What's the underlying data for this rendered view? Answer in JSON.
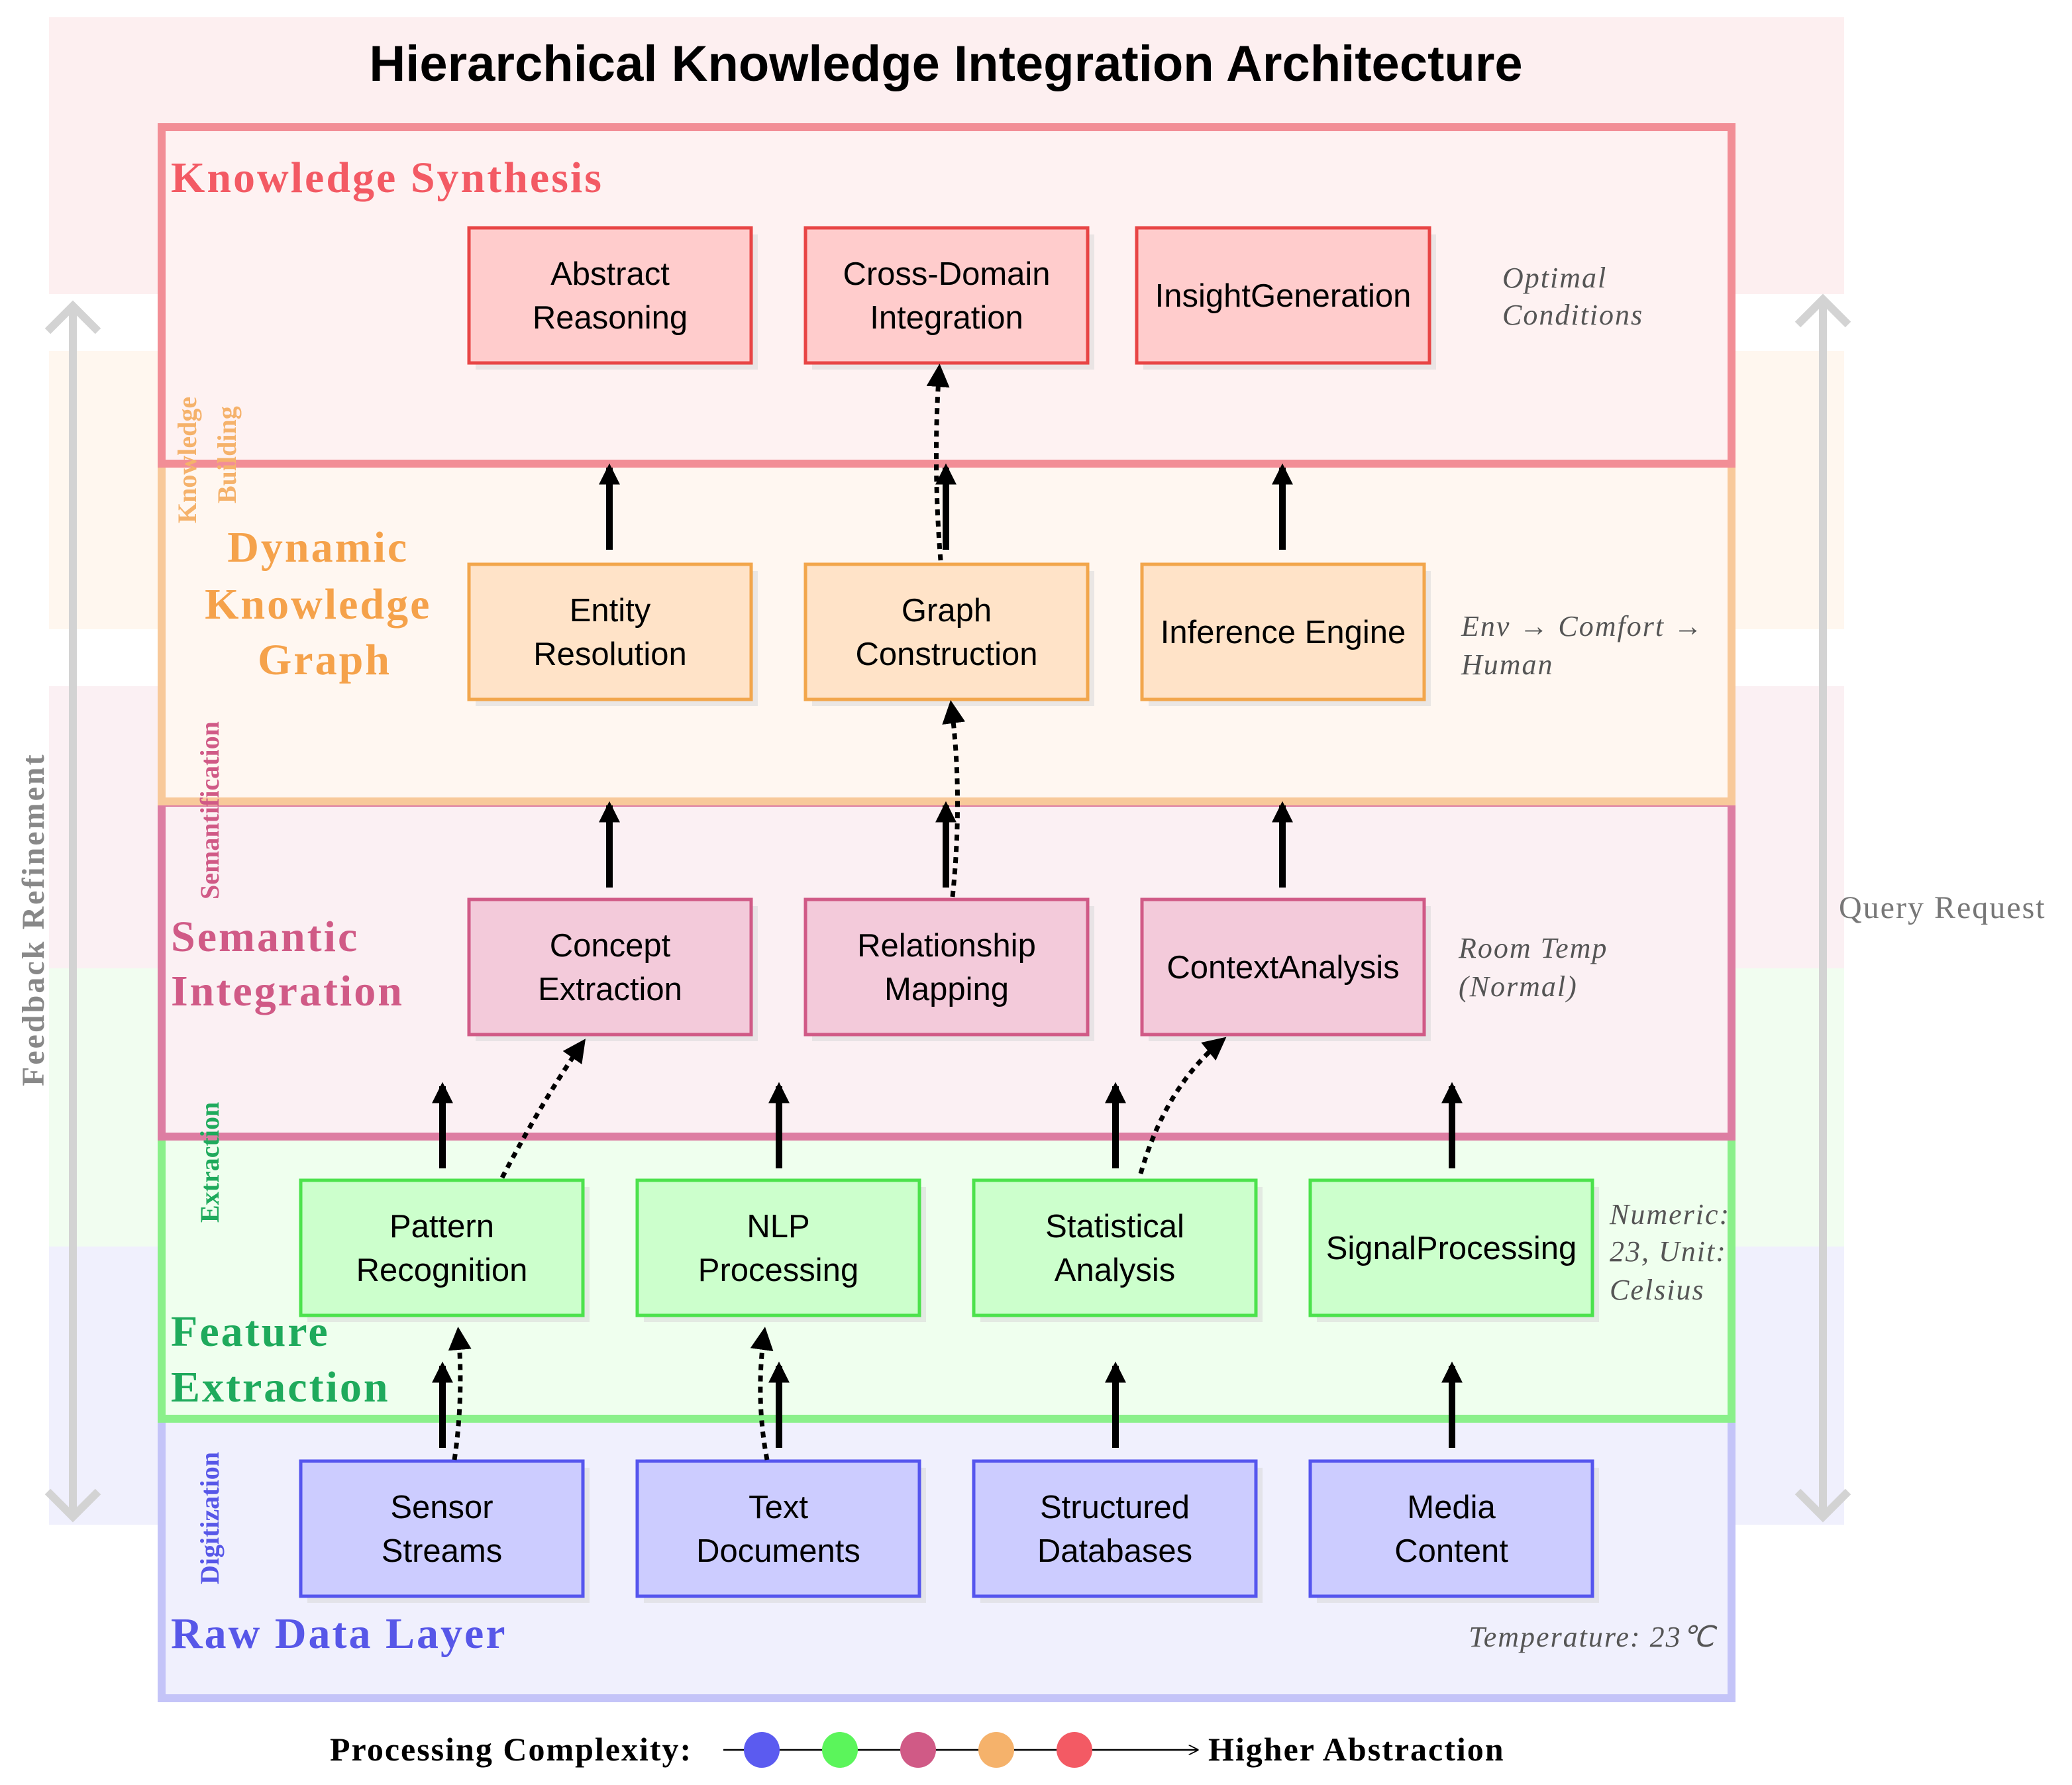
{
  "title": "Hierarchical Knowledge Integration Architecture",
  "layers": [
    {
      "id": "synthesis",
      "name_lines": [
        "Knowledge Synthesis"
      ],
      "color": "#f35a64",
      "fill": "#fdeff0",
      "box_fill": "#ffcccc",
      "box_stroke": "#e84545"
    },
    {
      "id": "graph",
      "name_lines": [
        "Dynamic",
        "Knowledge",
        "Graph"
      ],
      "color": "#f5a24b",
      "fill": "#fff5ec",
      "box_fill": "#ffe3c8",
      "box_stroke": "#f2a64c"
    },
    {
      "id": "semantic",
      "name_lines": [
        "Semantic",
        "Integration"
      ],
      "color": "#d05a86",
      "fill": "#fbeff2",
      "box_fill": "#f3cada",
      "box_stroke": "#d05a86"
    },
    {
      "id": "feature",
      "name_lines": [
        "Feature",
        "Extraction"
      ],
      "color": "#1faa5c",
      "fill": "#edfdec",
      "box_fill": "#ccffcc",
      "box_stroke": "#4ce24c"
    },
    {
      "id": "raw",
      "name_lines": [
        "Raw Data Layer"
      ],
      "color": "#5757e8",
      "fill": "#efeffd",
      "box_fill": "#ccccff",
      "box_stroke": "#5555ee"
    }
  ],
  "side_labels": [
    {
      "text": "Knowledge",
      "color": "#f5b26b"
    },
    {
      "text": "Building",
      "color": "#f5b26b"
    },
    {
      "text": "Semantification",
      "color": "#d05a86"
    },
    {
      "text": "Extraction",
      "color": "#1faa5c"
    },
    {
      "text": "Digitization",
      "color": "#5757e8"
    }
  ],
  "boxes": {
    "synthesis": [
      [
        "Abstract",
        "Reasoning"
      ],
      [
        "Cross-Domain",
        "Integration"
      ],
      [
        "InsightGeneration"
      ]
    ],
    "graph": [
      [
        "Entity",
        "Resolution"
      ],
      [
        "Graph",
        "Construction"
      ],
      [
        "Inference Engine"
      ]
    ],
    "semantic": [
      [
        "Concept",
        "Extraction"
      ],
      [
        "Relationship",
        "Mapping"
      ],
      [
        "ContextAnalysis"
      ]
    ],
    "feature": [
      [
        "Pattern",
        "Recognition"
      ],
      [
        "NLP",
        "Processing"
      ],
      [
        "Statistical",
        "Analysis"
      ],
      [
        "SignalProcessing"
      ]
    ],
    "raw": [
      [
        "Sensor",
        "Streams"
      ],
      [
        "Text",
        "Documents"
      ],
      [
        "Structured",
        "Databases"
      ],
      [
        "Media",
        "Content"
      ]
    ]
  },
  "notes": {
    "synthesis": [
      "Optimal",
      "Conditions"
    ],
    "graph": [
      "Env → Comfort →",
      "Human"
    ],
    "semantic": [
      "Room Temp",
      "(Normal)"
    ],
    "feature": [
      "Numeric:",
      "23,  Unit:",
      "Celsius"
    ],
    "raw": [
      "Temperature:  23℃"
    ]
  },
  "flows": {
    "left": "Feedback  Refinement",
    "right": "Query  Request"
  },
  "legend": {
    "label": "Processing  Complexity:",
    "end_label": "Higher  Abstraction",
    "dots": [
      "#5b5bf0",
      "#5bf55b",
      "#d05a86",
      "#f5b26b",
      "#f35a64"
    ]
  }
}
